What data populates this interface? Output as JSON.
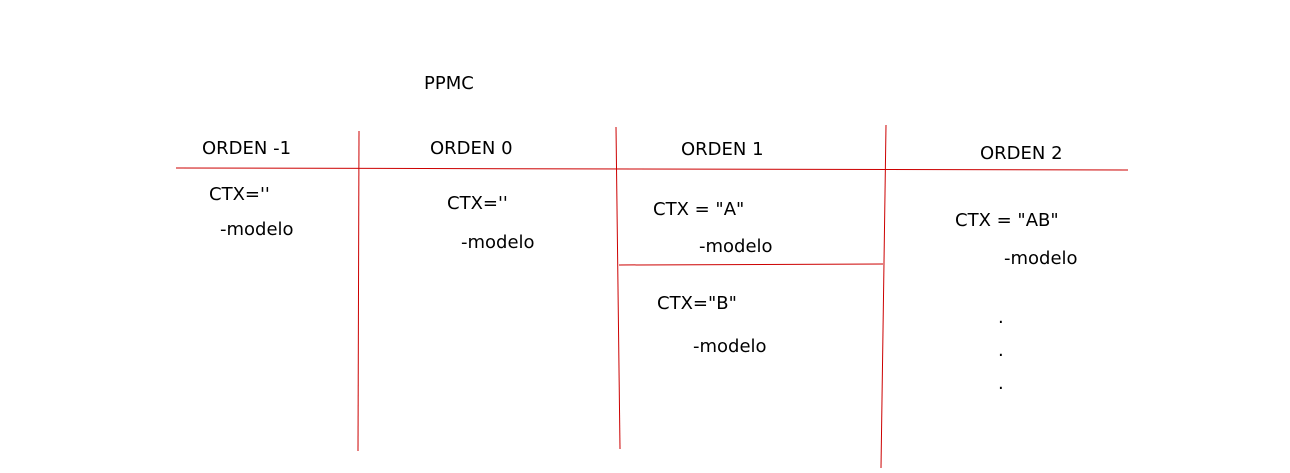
{
  "title": "PPMC",
  "line_color": "#cc0000",
  "columns": [
    {
      "header": "ORDEN -1",
      "contexts": [
        {
          "ctx": "CTX=''",
          "model": "-modelo"
        }
      ]
    },
    {
      "header": "ORDEN 0",
      "contexts": [
        {
          "ctx": "CTX=''",
          "model": "-modelo"
        }
      ]
    },
    {
      "header": "ORDEN 1",
      "contexts": [
        {
          "ctx": "CTX = \"A\"",
          "model": "-modelo"
        },
        {
          "ctx": "CTX=\"B\"",
          "model": "-modelo"
        }
      ]
    },
    {
      "header": "ORDEN 2",
      "contexts": [
        {
          "ctx": "CTX = \"AB\"",
          "model": "-modelo"
        }
      ],
      "continuation": [
        ".",
        ".",
        "."
      ]
    }
  ]
}
